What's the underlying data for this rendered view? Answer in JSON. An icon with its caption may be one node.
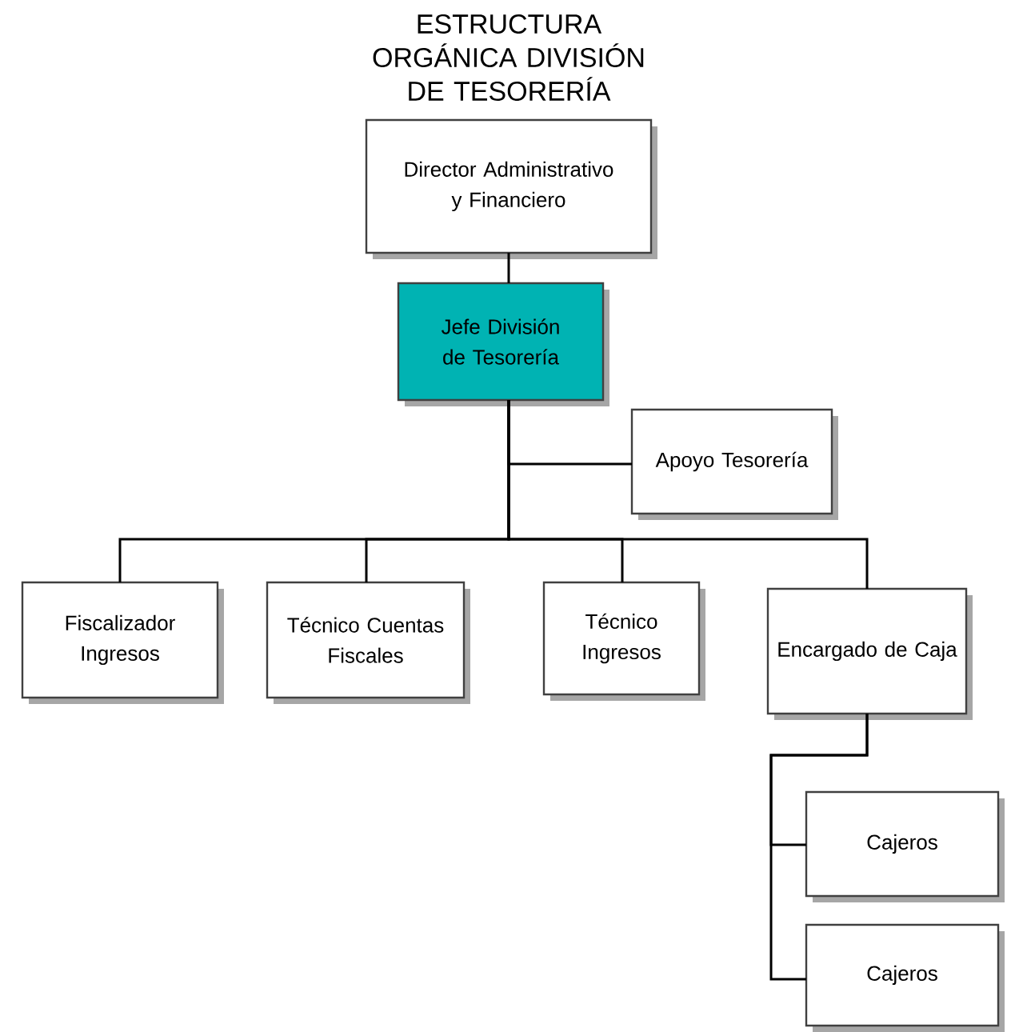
{
  "diagram": {
    "title": "ESTRUCTURA ORGÁNICA DIVISIÓN DE TESORERÍA",
    "nodes": [
      {
        "text": [
          "Director Administrativo y Financiero"
        ]
      },
      {
        "text": [
          "Jefe División de Tesorería"
        ]
      },
      {
        "text": [
          "Apoyo Tesorería"
        ]
      },
      {
        "text": [
          "Fiscalizador Ingresos"
        ]
      },
      {
        "text": [
          "Técnico Cuentas Fiscales"
        ]
      },
      {
        "text": [
          "Técnico Ingresos"
        ]
      },
      {
        "text": [
          "Encargado de Caja"
        ]
      },
      {
        "text": [
          "Cajeros"
        ]
      },
      {
        "text": [
          "Cajeros"
        ]
      }
    ],
    "edges": [
      {
        "from": 0,
        "to": 1,
        "arrow": "none"
      },
      {
        "from": 1,
        "to": 2,
        "arrow": "none"
      },
      {
        "from": 1,
        "to": 3,
        "arrow": "none"
      },
      {
        "from": 1,
        "to": 4,
        "arrow": "none"
      },
      {
        "from": 1,
        "to": 5,
        "arrow": "none"
      },
      {
        "from": 1,
        "to": 6,
        "arrow": "none"
      },
      {
        "from": 6,
        "to": 7,
        "arrow": "none"
      },
      {
        "from": 6,
        "to": 8,
        "arrow": "none"
      }
    ]
  }
}
